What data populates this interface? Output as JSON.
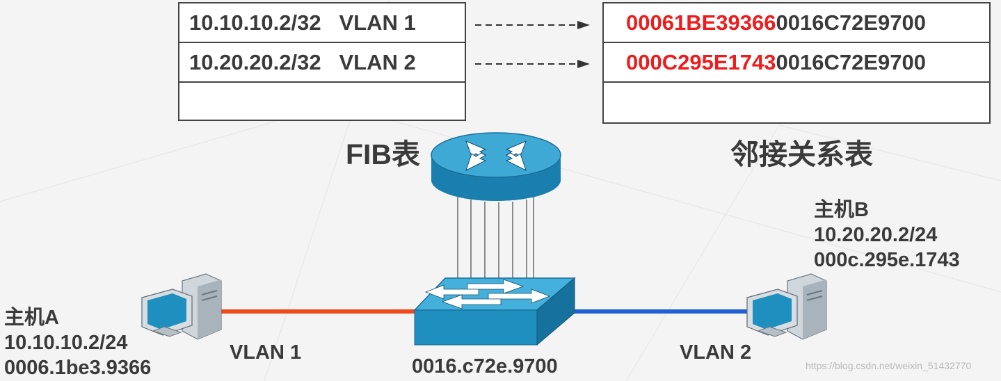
{
  "fib_table": {
    "title": "FIB表",
    "rows": [
      {
        "ip": "10.10.10.2/32",
        "vlan": "VLAN 1"
      },
      {
        "ip": "10.20.20.2/32",
        "vlan": "VLAN 2"
      },
      {
        "ip": "",
        "vlan": ""
      }
    ]
  },
  "adjacency_table": {
    "title": "邻接关系表",
    "rows": [
      {
        "dst_mac": "00061BE39366",
        "src_mac": "0016C72E9700"
      },
      {
        "dst_mac": "000C295E1743",
        "src_mac": "0016C72E9700"
      },
      {
        "dst_mac": "",
        "src_mac": ""
      }
    ]
  },
  "switch": {
    "mac": "0016.c72e.9700"
  },
  "host_a": {
    "name": "主机A",
    "ip": "10.10.10.2/24",
    "mac": "0006.1be3.9366",
    "vlan": "VLAN 1"
  },
  "host_b": {
    "name": "主机B",
    "ip": "10.20.20.2/24",
    "mac": "000c.295e.1743",
    "vlan": "VLAN 2"
  },
  "watermark": "https://blog.csdn.net/weixin_51432770",
  "colors": {
    "highlight_mac": "#ee1c1c",
    "vlan1_link": "#ee4b1c",
    "vlan2_link": "#1f5fd6",
    "device_blue": "#1f8fbf"
  },
  "icons": {
    "router": "router-icon",
    "switch": "switch-icon",
    "host_a": "computer-icon",
    "host_b": "computer-icon"
  }
}
